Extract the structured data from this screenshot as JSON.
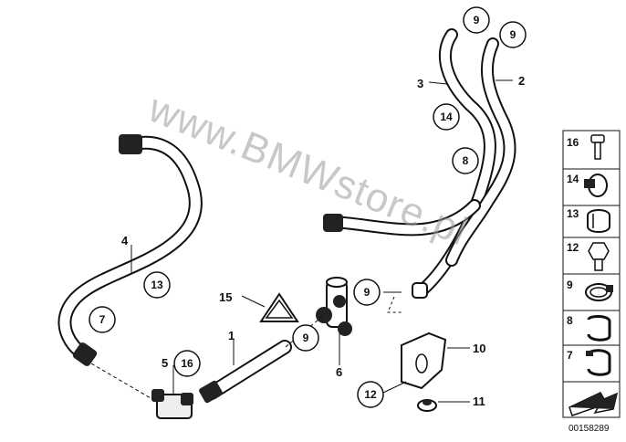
{
  "watermark": "www.BMWstore.pl",
  "reference_number": "00158289",
  "labels": {
    "n1": "1",
    "n2": "2",
    "n3": "3",
    "n4": "4",
    "n5": "5",
    "n6": "6",
    "n10": "10",
    "n11": "11",
    "n15": "15"
  },
  "circled": {
    "c9a": "9",
    "c9b": "9",
    "c14": "14",
    "c8": "8",
    "c13": "13",
    "c7": "7",
    "c16": "16",
    "c9c": "9",
    "c9d": "9",
    "c12": "12"
  },
  "legend": [
    "16",
    "14",
    "13",
    "12",
    "9",
    "8",
    "7"
  ]
}
